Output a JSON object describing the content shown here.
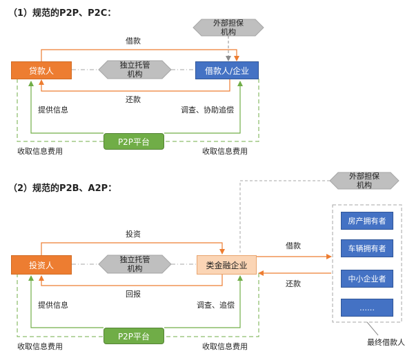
{
  "section1": {
    "title": "（1）规范的P2P、P2C：",
    "lender": "贷款人",
    "borrower": "借款人/企业",
    "custodian": [
      "独立托管",
      "机构"
    ],
    "guarantor": [
      "外部担保",
      "机构"
    ],
    "loan_label": "借款",
    "repay_label": "还款",
    "provide_info": "提供信息",
    "investigate": "调查、协助追偿",
    "platform": "P2P平台",
    "fee_left": "收取信息费用",
    "fee_right": "收取信息费用"
  },
  "section2": {
    "title": "（2）规范的P2B、A2P：",
    "investor": "投资人",
    "quasi_financial": "类金融企业",
    "custodian": [
      "独立托管",
      "机构"
    ],
    "guarantor": [
      "外部担保",
      "机构"
    ],
    "invest_label": "投资",
    "return_label": "回报",
    "provide_info": "提供信息",
    "investigate": "调查、追偿",
    "platform": "P2P平台",
    "fee_left": "收取信息费用",
    "fee_right": "收取信息费用",
    "loan_label": "借款",
    "repay_label": "还款",
    "borrowers": [
      "房产拥有者",
      "车辆拥有者",
      "中小企业者",
      "……"
    ],
    "final_borrower": "最终借款人"
  },
  "colors": {
    "orange": "#ed7d31",
    "blue": "#4472c4",
    "green": "#70ad47",
    "peach": "#fbd5b5",
    "hex_gray": "#bfbfbf"
  }
}
